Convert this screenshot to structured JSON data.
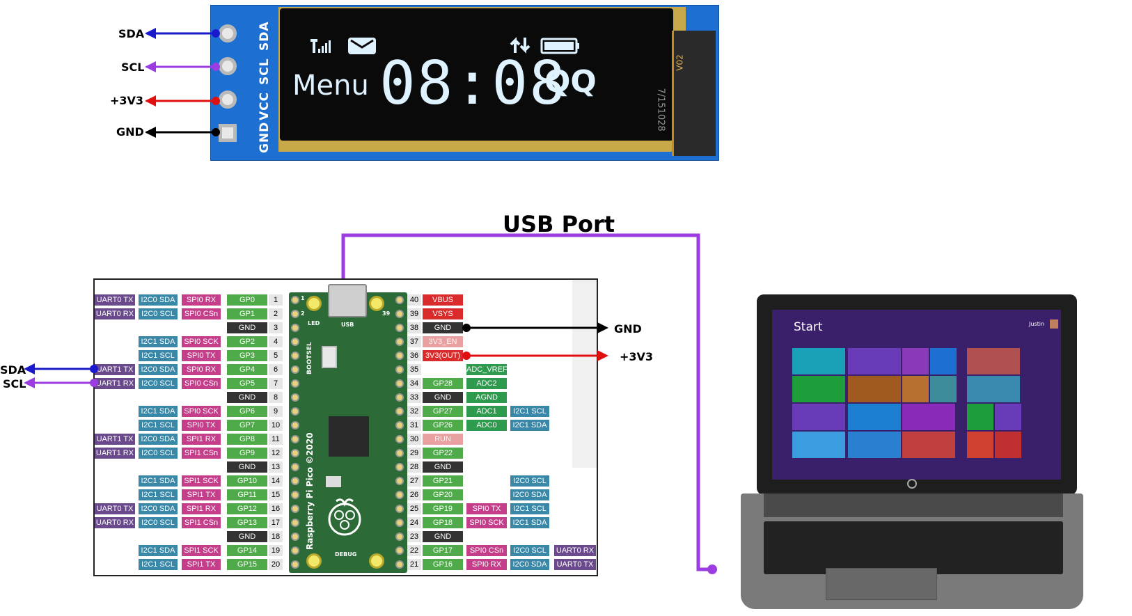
{
  "oled": {
    "pins": [
      "SDA",
      "SCL",
      "VCC",
      "GND"
    ],
    "screen_menu": "Menu",
    "screen_time": "08:08",
    "screen_qq": "QQ",
    "version": "V02",
    "serial": "7/151028"
  },
  "oled_wires": [
    {
      "label": "SDA",
      "color": "#1a1acc"
    },
    {
      "label": "SCL",
      "color": "#9b3de0"
    },
    {
      "label": "+3V3",
      "color": "#e01010"
    },
    {
      "label": "GND",
      "color": "#000000"
    }
  ],
  "usb_title": "USB Port",
  "pico_wires": {
    "gnd": "GND",
    "v33": "+3V3",
    "sda": "SDA",
    "scl": "SCL"
  },
  "board": {
    "name": "Raspberry Pi Pico ©2020",
    "bootsel": "BOOTSEL",
    "led": "LED",
    "usb": "USB",
    "debug": "DEBUG"
  },
  "colors": {
    "uart": "#6a4a8c",
    "i2c": "#3a88a8",
    "spi": "#c43e8a",
    "gpio": "#4faa4a",
    "gnd": "#333333",
    "power": "#d92b2b",
    "system": "#e8a0a0",
    "adc": "#2e9a4e"
  },
  "left_pins": [
    {
      "num": "1",
      "uart": "UART0 TX",
      "i2c": "I2C0 SDA",
      "spi": "SPI0 RX",
      "gp": "GP0"
    },
    {
      "num": "2",
      "uart": "UART0 RX",
      "i2c": "I2C0 SCL",
      "spi": "SPI0 CSn",
      "gp": "GP1"
    },
    {
      "num": "3",
      "gnd": "GND"
    },
    {
      "num": "4",
      "i2c": "I2C1 SDA",
      "spi": "SPI0 SCK",
      "gp": "GP2"
    },
    {
      "num": "5",
      "i2c": "I2C1 SCL",
      "spi": "SPI0 TX",
      "gp": "GP3"
    },
    {
      "num": "6",
      "uart": "UART1 TX",
      "i2c": "I2C0 SDA",
      "spi": "SPI0 RX",
      "gp": "GP4"
    },
    {
      "num": "7",
      "uart": "UART1 RX",
      "i2c": "I2C0 SCL",
      "spi": "SPI0 CSn",
      "gp": "GP5"
    },
    {
      "num": "8",
      "gnd": "GND"
    },
    {
      "num": "9",
      "i2c": "I2C1 SDA",
      "spi": "SPI0 SCK",
      "gp": "GP6"
    },
    {
      "num": "10",
      "i2c": "I2C1 SCL",
      "spi": "SPI0 TX",
      "gp": "GP7"
    },
    {
      "num": "11",
      "uart": "UART1 TX",
      "i2c": "I2C0 SDA",
      "spi": "SPI1 RX",
      "gp": "GP8"
    },
    {
      "num": "12",
      "uart": "UART1 RX",
      "i2c": "I2C0 SCL",
      "spi": "SPI1 CSn",
      "gp": "GP9"
    },
    {
      "num": "13",
      "gnd": "GND"
    },
    {
      "num": "14",
      "i2c": "I2C1 SDA",
      "spi": "SPI1 SCK",
      "gp": "GP10"
    },
    {
      "num": "15",
      "i2c": "I2C1 SCL",
      "spi": "SPI1 TX",
      "gp": "GP11"
    },
    {
      "num": "16",
      "uart": "UART0 TX",
      "i2c": "I2C0 SDA",
      "spi": "SPI1 RX",
      "gp": "GP12"
    },
    {
      "num": "17",
      "uart": "UART0 RX",
      "i2c": "I2C0 SCL",
      "spi": "SPI1 CSn",
      "gp": "GP13"
    },
    {
      "num": "18",
      "gnd": "GND"
    },
    {
      "num": "19",
      "i2c": "I2C1 SDA",
      "spi": "SPI1 SCK",
      "gp": "GP14"
    },
    {
      "num": "20",
      "i2c": "I2C1 SCL",
      "spi": "SPI1 TX",
      "gp": "GP15"
    }
  ],
  "right_pins": [
    {
      "num": "40",
      "main": "VBUS",
      "kind": "power"
    },
    {
      "num": "39",
      "main": "VSYS",
      "kind": "power"
    },
    {
      "num": "38",
      "main": "GND",
      "kind": "gnd"
    },
    {
      "num": "37",
      "main": "3V3_EN",
      "kind": "system"
    },
    {
      "num": "36",
      "main": "3V3(OUT)",
      "kind": "power"
    },
    {
      "num": "35",
      "main": "",
      "kind": "none",
      "c2": "ADC_VREF"
    },
    {
      "num": "34",
      "main": "GP28",
      "kind": "gpio",
      "c2": "ADC2"
    },
    {
      "num": "33",
      "main": "GND",
      "kind": "gnd",
      "c2": "AGND"
    },
    {
      "num": "32",
      "main": "GP27",
      "kind": "gpio",
      "c2": "ADC1",
      "c3": "I2C1 SCL"
    },
    {
      "num": "31",
      "main": "GP26",
      "kind": "gpio",
      "c2": "ADC0",
      "c3": "I2C1 SDA"
    },
    {
      "num": "30",
      "main": "RUN",
      "kind": "system"
    },
    {
      "num": "29",
      "main": "GP22",
      "kind": "gpio"
    },
    {
      "num": "28",
      "main": "GND",
      "kind": "gnd"
    },
    {
      "num": "27",
      "main": "GP21",
      "kind": "gpio",
      "c3": "I2C0 SCL"
    },
    {
      "num": "26",
      "main": "GP20",
      "kind": "gpio",
      "c3": "I2C0 SDA"
    },
    {
      "num": "25",
      "main": "GP19",
      "kind": "gpio",
      "spi": "SPI0 TX",
      "c3": "I2C1 SCL"
    },
    {
      "num": "24",
      "main": "GP18",
      "kind": "gpio",
      "spi": "SPI0 SCK",
      "c3": "I2C1 SDA"
    },
    {
      "num": "23",
      "main": "GND",
      "kind": "gnd"
    },
    {
      "num": "22",
      "main": "GP17",
      "kind": "gpio",
      "spi": "SPI0 CSn",
      "c3": "I2C0 SCL",
      "uart": "UART0 RX"
    },
    {
      "num": "21",
      "main": "GP16",
      "kind": "gpio",
      "spi": "SPI0 RX",
      "c3": "I2C0 SDA",
      "uart": "UART0 TX"
    }
  ],
  "laptop": {
    "start": "Start",
    "user": "Justin",
    "tiles": [
      "#1aa0b8",
      "#6a3bb8",
      "#8a3ab8",
      "#1d6fd1",
      "#1e9e3a",
      "#a05a20",
      "#b87030",
      "#3c8c9c",
      "#6a3bb8",
      "#1d7fd1",
      "#8a2ab8",
      "#1e9e3a",
      "#1e9e3a",
      "#6a3bb8",
      "#1e9e3a",
      "#6a3bb8",
      "#3c9ce0",
      "#2a7fd0",
      "#c04040",
      "#d04030",
      "#c03030"
    ]
  }
}
